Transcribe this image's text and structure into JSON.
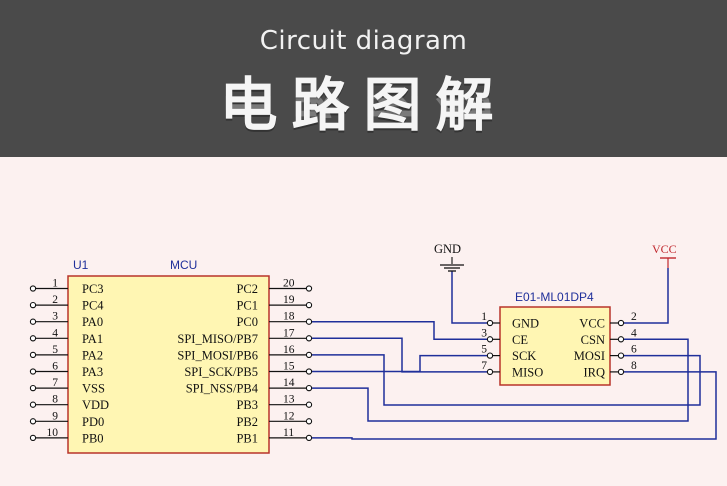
{
  "banner": {
    "title_en": "Circuit diagram",
    "title_cn": "电路图解"
  },
  "mcu": {
    "designator": "U1",
    "name": "MCU",
    "left_pins": [
      {
        "num": "1",
        "label": "PC3"
      },
      {
        "num": "2",
        "label": "PC4"
      },
      {
        "num": "3",
        "label": "PA0"
      },
      {
        "num": "4",
        "label": "PA1"
      },
      {
        "num": "5",
        "label": "PA2"
      },
      {
        "num": "6",
        "label": "PA3"
      },
      {
        "num": "7",
        "label": "VSS"
      },
      {
        "num": "8",
        "label": "VDD"
      },
      {
        "num": "9",
        "label": "PD0"
      },
      {
        "num": "10",
        "label": "PB0"
      }
    ],
    "right_pins": [
      {
        "num": "20",
        "label": "PC2"
      },
      {
        "num": "19",
        "label": "PC1"
      },
      {
        "num": "18",
        "label": "PC0"
      },
      {
        "num": "17",
        "label": "SPI_MISO/PB7"
      },
      {
        "num": "16",
        "label": "SPI_MOSI/PB6"
      },
      {
        "num": "15",
        "label": "SPI_SCK/PB5"
      },
      {
        "num": "14",
        "label": "SPI_NSS/PB4"
      },
      {
        "num": "13",
        "label": "PB3"
      },
      {
        "num": "12",
        "label": "PB2"
      },
      {
        "num": "11",
        "label": "PB1"
      }
    ]
  },
  "module": {
    "name": "E01-ML01DP4",
    "left_pins": [
      {
        "num": "1",
        "label": "GND"
      },
      {
        "num": "3",
        "label": "CE"
      },
      {
        "num": "5",
        "label": "SCK"
      },
      {
        "num": "7",
        "label": "MISO"
      }
    ],
    "right_pins": [
      {
        "num": "2",
        "label": "VCC"
      },
      {
        "num": "4",
        "label": "CSN"
      },
      {
        "num": "6",
        "label": "MOSI"
      },
      {
        "num": "8",
        "label": "IRQ"
      }
    ]
  },
  "power": {
    "gnd_label": "GND",
    "vcc_label": "VCC"
  },
  "colors": {
    "banner_bg": "#4a4a4a",
    "diagram_bg": "#fcf1f0",
    "ic_fill": "#fff6b3",
    "ic_border": "#b8342a",
    "wire": "#1f2f9a",
    "pin": "#111111",
    "vcc": "#c0272d"
  }
}
